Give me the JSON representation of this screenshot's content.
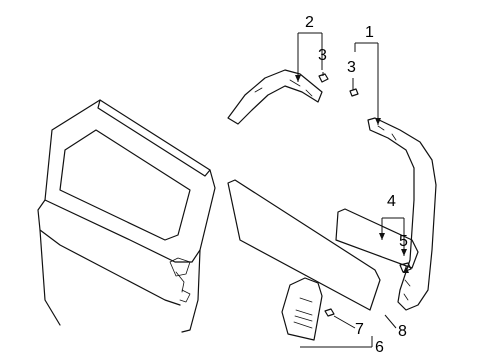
{
  "callouts": [
    {
      "id": "c1",
      "text": "1"
    },
    {
      "id": "c2",
      "text": "2"
    },
    {
      "id": "c3a",
      "text": "3"
    },
    {
      "id": "c3b",
      "text": "3"
    },
    {
      "id": "c4",
      "text": "4"
    },
    {
      "id": "c5",
      "text": "5"
    },
    {
      "id": "c6",
      "text": "6"
    },
    {
      "id": "c7",
      "text": "7"
    },
    {
      "id": "c8",
      "text": "8"
    }
  ]
}
